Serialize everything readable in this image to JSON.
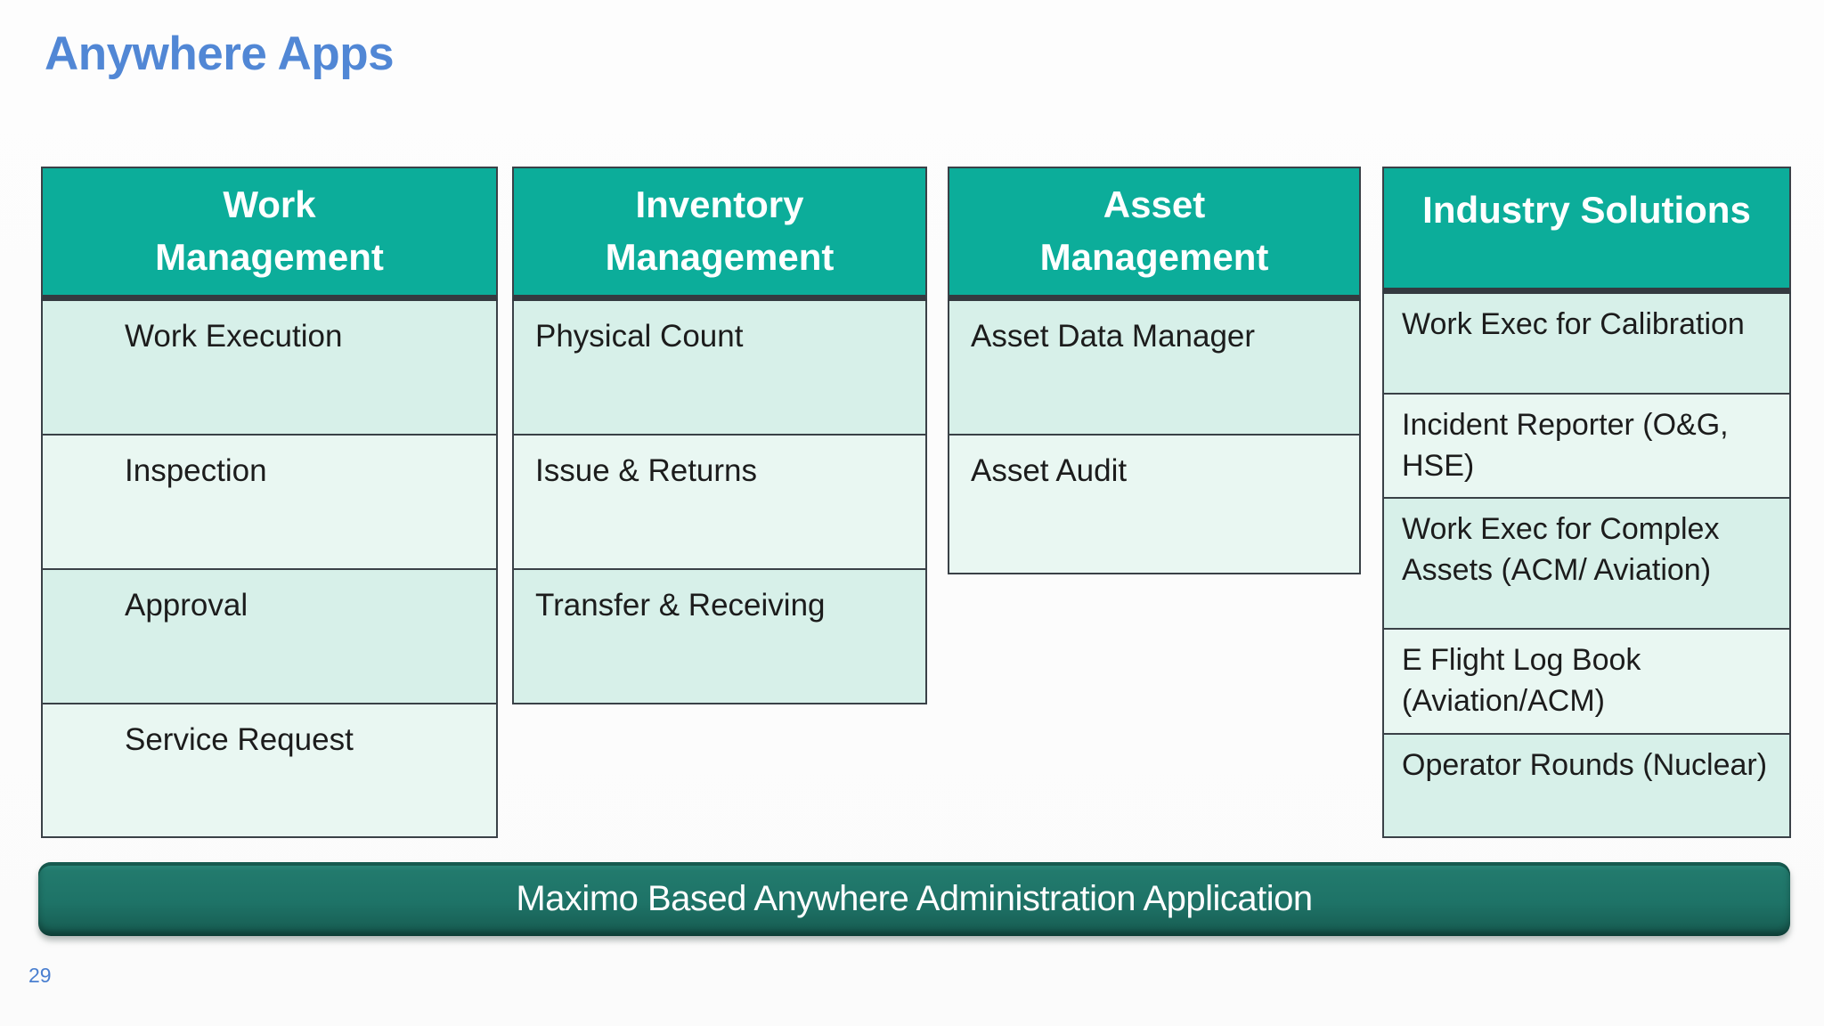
{
  "slide": {
    "title": "Anywhere Apps",
    "page_number": "29"
  },
  "columns": [
    {
      "title": "Work Management",
      "items": [
        "Work Execution",
        "Inspection",
        "Approval",
        "Service Request"
      ]
    },
    {
      "title": "Inventory Management",
      "items": [
        "Physical Count",
        "Issue & Returns",
        "Transfer & Receiving"
      ]
    },
    {
      "title": "Asset Management",
      "items": [
        "Asset Data Manager",
        "Asset Audit"
      ]
    },
    {
      "title": "Industry Solutions",
      "items": [
        "Work Exec for Calibration",
        "Incident Reporter (O&G, HSE)",
        "Work Exec for Complex Assets (ACM/ Aviation)",
        "E Flight Log Book (Aviation/ACM)",
        "Operator Rounds (Nuclear)"
      ]
    }
  ],
  "footer": {
    "label": "Maximo Based Anywhere Administration Application"
  },
  "colors": {
    "title_blue": "#5187D5",
    "header_teal": "#0CAD9A",
    "row_mint_dark": "#D7F0E9",
    "row_mint_light": "#E9F7F2",
    "border_dark": "#3A4147",
    "footer_teal": "#1E7468",
    "page_number_blue": "#4A7FD0"
  }
}
